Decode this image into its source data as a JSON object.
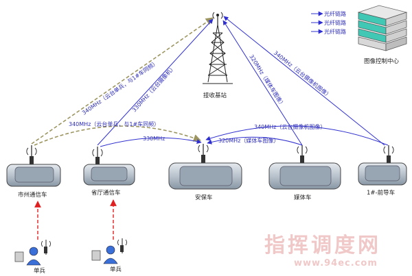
{
  "title": "",
  "station": {
    "label": "接收基站"
  },
  "control_center": {
    "label": "图像控制中心"
  },
  "legend": {
    "items": [
      {
        "label": "光纤链路"
      },
      {
        "label": "光纤链路"
      },
      {
        "label": "光纤链路"
      }
    ]
  },
  "vehicles": [
    {
      "id": "shizhou",
      "label": "市州通信车"
    },
    {
      "id": "shengting",
      "label": "省厅通信车"
    },
    {
      "id": "anbao",
      "label": "安保车"
    },
    {
      "id": "meiti",
      "label": "媒体车"
    },
    {
      "id": "qiandao",
      "label": "1#-前导车"
    }
  ],
  "soldiers": [
    {
      "id": "s1",
      "label": "单兵"
    },
    {
      "id": "s2",
      "label": "单兵"
    }
  ],
  "links": {
    "l1": "340MHz（云台单兵，与1#车同频）",
    "l2": "330MHz（云台摄像机）",
    "l3": "320MHz（媒体车图像）",
    "l4": "340MHz（云台摄像机图像）",
    "l5": "340MHz（云台单兵，与1#车同频）",
    "l6": "330MHz",
    "l7": "320MHz（媒体车图像）",
    "l8": "340MHz（云台摄像机图像）"
  },
  "watermark": {
    "main": "指挥调度网",
    "url": "www.94ec.com"
  },
  "colors": {
    "link_blue": "#2f2fd0",
    "dashed_olive": "#9c9560",
    "dashed_red": "#e02020",
    "vehicle_body": "#b9c3cd",
    "server_teal": "#40c8b4"
  }
}
